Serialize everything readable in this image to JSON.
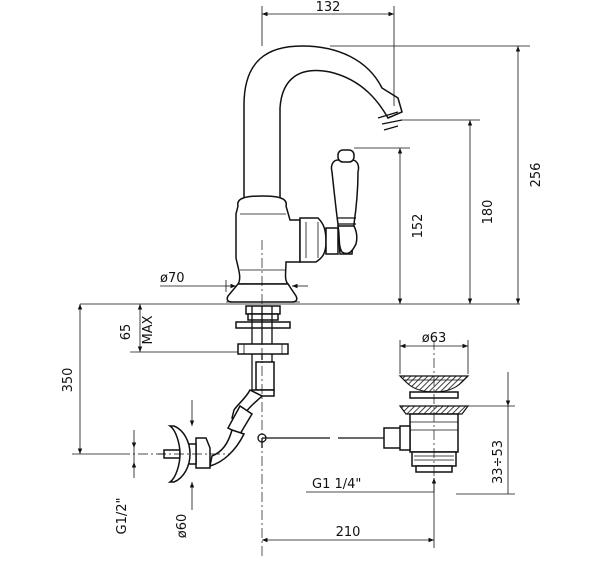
{
  "dimensions": {
    "top_width": "132",
    "total_height": "256",
    "spout_height": "180",
    "lever_height": "152",
    "base_diameter": "ø70",
    "mount_thickness": "65",
    "mount_max": "MAX",
    "under_length": "350",
    "inlet_thread": "G1/2\"",
    "flange_diameter": "ø60",
    "waste_diameter": "ø63",
    "waste_thread": "G1 1/4\"",
    "waste_range": "33÷53",
    "total_reach": "210"
  }
}
